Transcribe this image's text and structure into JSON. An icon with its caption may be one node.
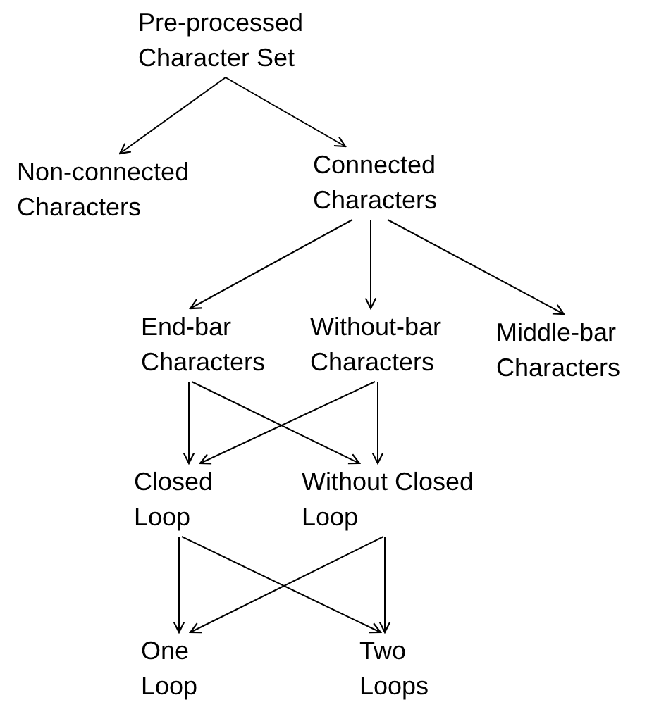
{
  "diagram": {
    "nodes": [
      {
        "text": [
          "Pre-processed Character Set"
        ]
      },
      {
        "text": [
          "Non-connected Characters"
        ]
      },
      {
        "text": [
          "Connected Characters"
        ]
      },
      {
        "text": [
          "End-bar Characters"
        ]
      },
      {
        "text": [
          "Without-bar Characters"
        ]
      },
      {
        "text": [
          "Middle-bar Characters"
        ]
      },
      {
        "text": [
          "Closed Loop"
        ]
      },
      {
        "text": [
          "Without Closed Loop"
        ]
      },
      {
        "text": [
          "One Loop"
        ]
      },
      {
        "text": [
          "Two Loops"
        ]
      }
    ],
    "edges": [
      {
        "from": 0,
        "to": 1,
        "arrow": "to"
      },
      {
        "from": 0,
        "to": 2,
        "arrow": "to"
      },
      {
        "from": 2,
        "to": 3,
        "arrow": "to"
      },
      {
        "from": 2,
        "to": 4,
        "arrow": "to"
      },
      {
        "from": 2,
        "to": 5,
        "arrow": "to"
      },
      {
        "from": 3,
        "to": 6,
        "arrow": "to"
      },
      {
        "from": 3,
        "to": 7,
        "arrow": "to"
      },
      {
        "from": 4,
        "to": 6,
        "arrow": "to"
      },
      {
        "from": 4,
        "to": 7,
        "arrow": "to"
      },
      {
        "from": 6,
        "to": 8,
        "arrow": "to"
      },
      {
        "from": 6,
        "to": 9,
        "arrow": "to"
      },
      {
        "from": 7,
        "to": 8,
        "arrow": "to"
      },
      {
        "from": 7,
        "to": 9,
        "arrow": "to"
      }
    ]
  }
}
